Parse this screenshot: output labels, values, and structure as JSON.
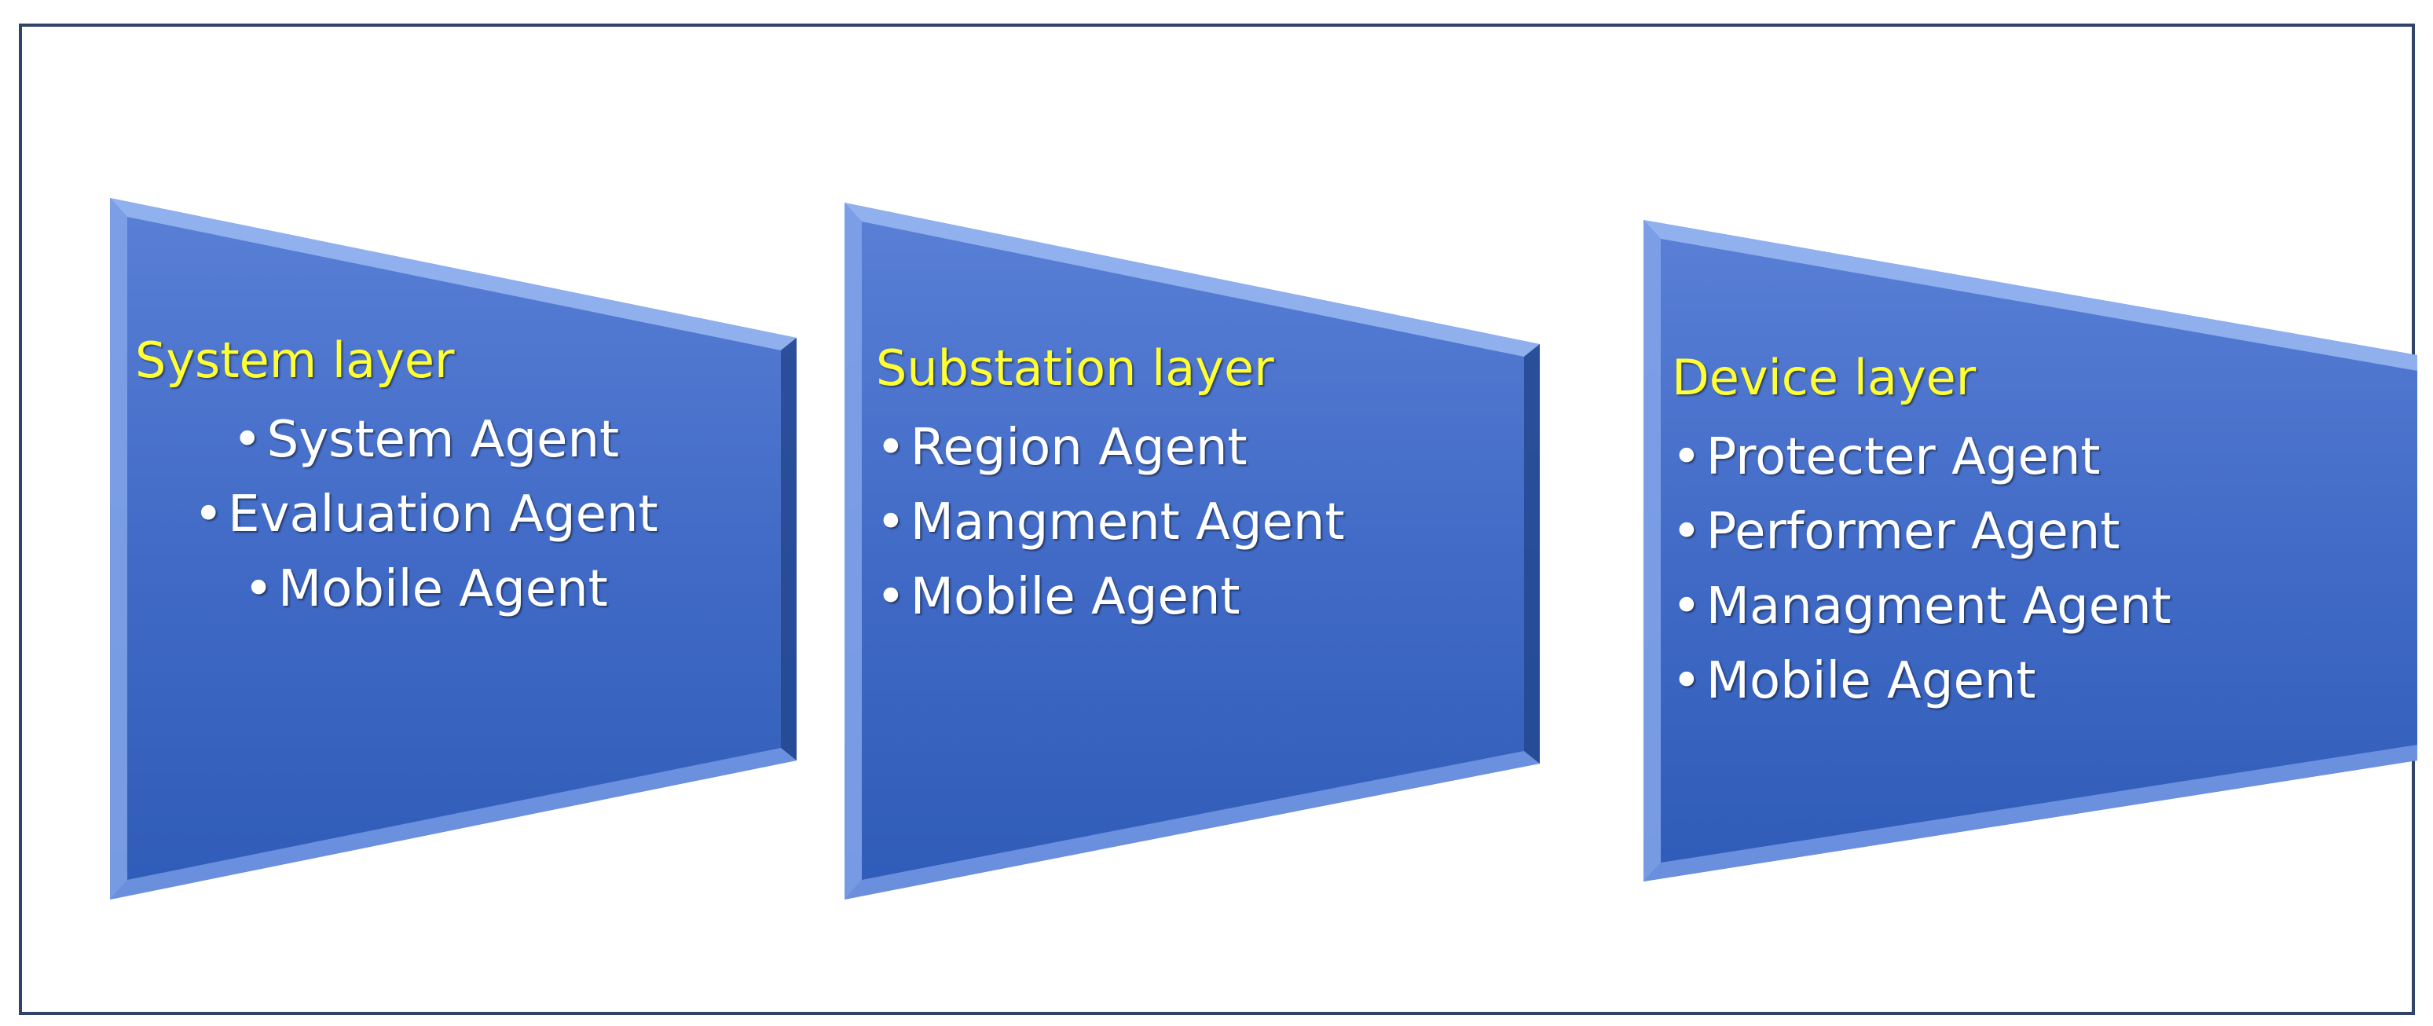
{
  "layers": [
    {
      "title": "System layer",
      "agents": [
        "System Agent",
        "Evaluation Agent",
        "Mobile Agent"
      ]
    },
    {
      "title": "Substation layer",
      "agents": [
        "Region Agent",
        "Mangment Agent",
        "Mobile Agent"
      ]
    },
    {
      "title": "Device layer",
      "agents": [
        "Protecter Agent",
        "Performer Agent",
        "Managment Agent",
        "Mobile Agent"
      ]
    }
  ],
  "colors": {
    "shape_top": "#5a80d6",
    "shape_bottom": "#2f5cb8",
    "bevel_light": "#9ab8f2",
    "bevel_dark": "#1f3f86",
    "title_text": "#ffff33",
    "item_text": "#ffffff",
    "frame_border": "#2f4466"
  }
}
